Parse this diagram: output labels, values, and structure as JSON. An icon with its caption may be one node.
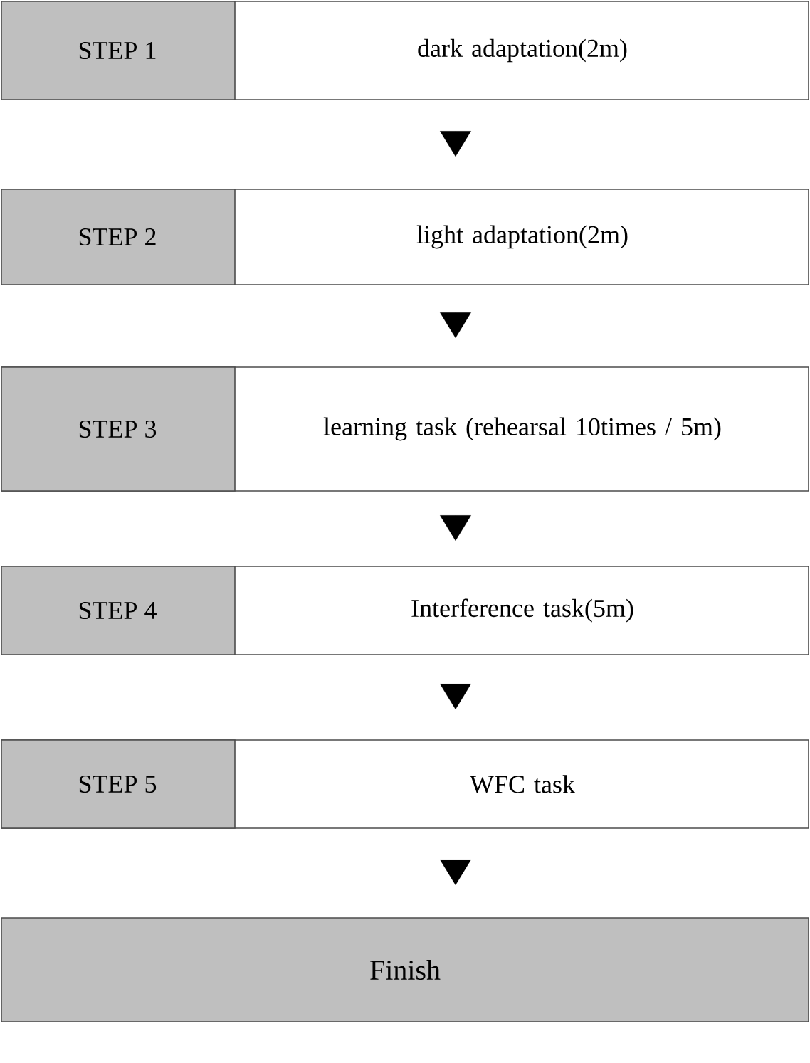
{
  "diagram": {
    "nodes": [
      {
        "text": [
          "STEP 1",
          "dark adaptation(2m)"
        ]
      },
      {
        "text": [
          "STEP 2",
          "light adaptation(2m)"
        ]
      },
      {
        "text": [
          "STEP 3",
          "learning task (rehearsal 10times / 5m)"
        ]
      },
      {
        "text": [
          "STEP 4",
          "Interference task(5m)"
        ]
      },
      {
        "text": [
          "STEP 5",
          "WFC task"
        ]
      },
      {
        "text": [
          "Finish"
        ]
      }
    ],
    "edges": [
      {
        "from": 0,
        "to": 1,
        "arrow": "to"
      },
      {
        "from": 1,
        "to": 2,
        "arrow": "to"
      },
      {
        "from": 2,
        "to": 3,
        "arrow": "to"
      },
      {
        "from": 3,
        "to": 4,
        "arrow": "to"
      },
      {
        "from": 4,
        "to": 5,
        "arrow": "to"
      }
    ]
  }
}
